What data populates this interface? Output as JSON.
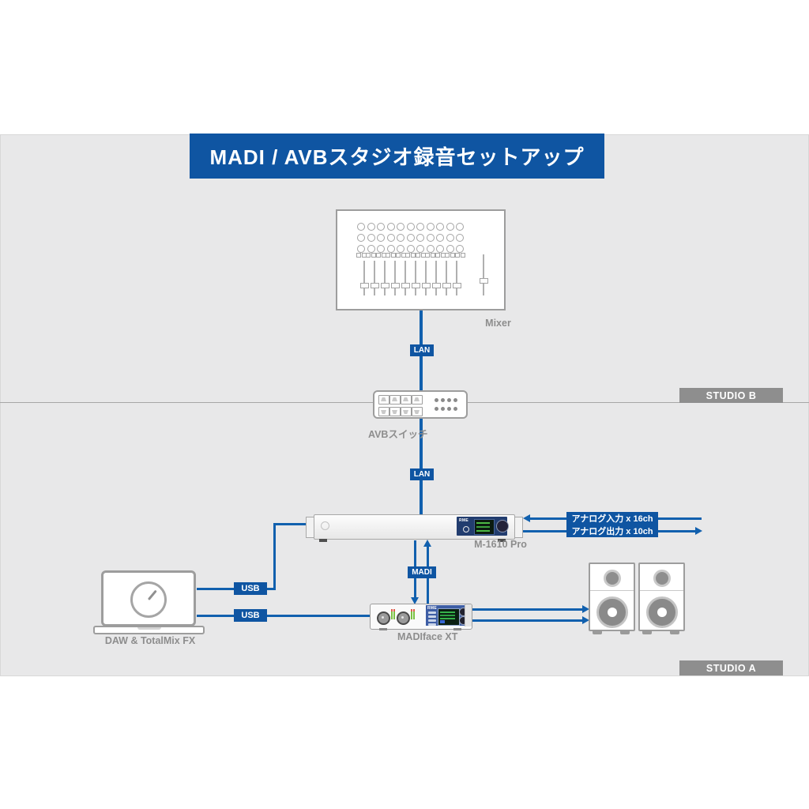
{
  "title": "MADI / AVBスタジオ録音セットアップ",
  "zones": {
    "studio_b": "STUDIO B",
    "studio_a": "STUDIO A"
  },
  "devices": {
    "mixer": {
      "label": "Mixer",
      "knobs": 33,
      "button_pairs": 11,
      "faders": 10
    },
    "avb_switch": {
      "label": "AVBスイッチ",
      "ports": 8,
      "leds": 8
    },
    "m1610": {
      "label": "M-1610 Pro",
      "brand": "RME"
    },
    "madiface": {
      "label": "MADIface XT",
      "brand": "RME"
    },
    "laptop": {
      "label": "DAW & TotalMix FX"
    },
    "speakers": {
      "count": 2
    }
  },
  "connections": {
    "lan_top": "LAN",
    "lan_bottom": "LAN",
    "madi": "MADI",
    "usb_top": "USB",
    "usb_bottom": "USB",
    "analog_in": "アナログ入力 x 16ch",
    "analog_out": "アナログ出力 x 10ch"
  },
  "colors": {
    "banner_blue": "#0F55A2",
    "line_blue": "#1160AE",
    "panel_gray": "#E8E8E9",
    "zone_gray": "#8E8E8E",
    "device_border": "#9D9D9D",
    "label_gray": "#8D8D8D"
  }
}
